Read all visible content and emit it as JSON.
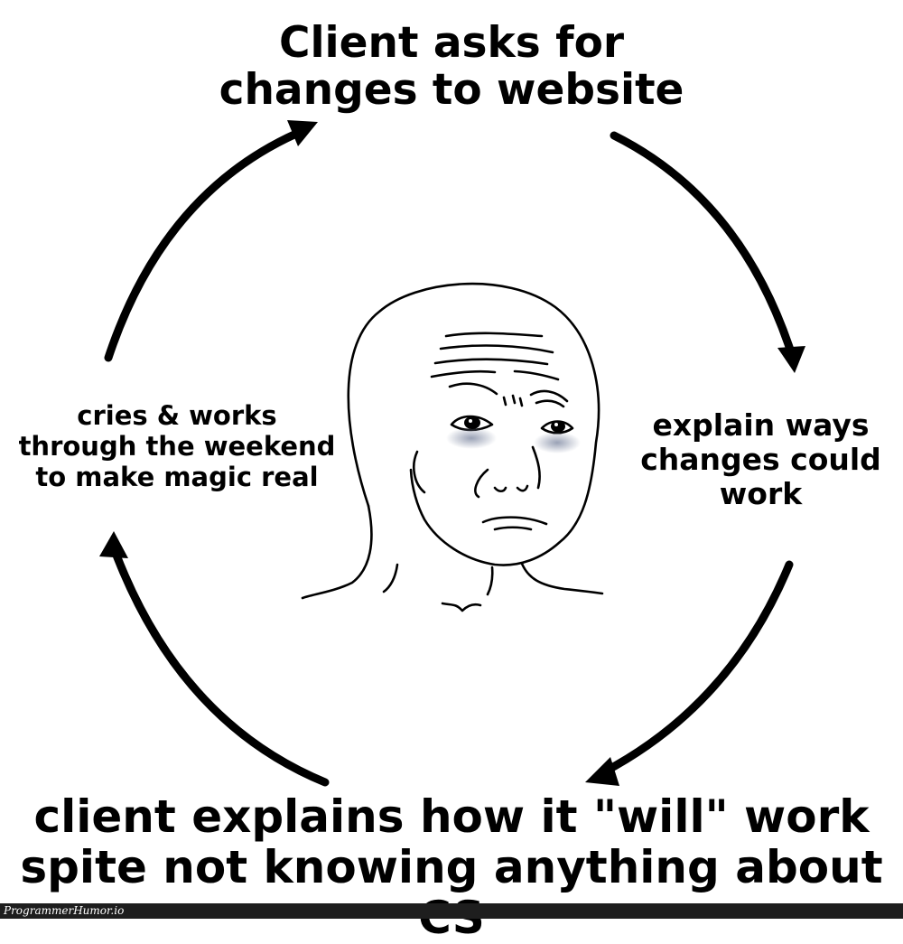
{
  "cycle": {
    "top": "Client asks for\nchanges to website",
    "right": "explain ways\nchanges could\nwork",
    "bottom": "client explains how it \"will\" work\nspite not knowing anything about CS",
    "left": "cries & works\nthrough the weekend\nto make magic real"
  },
  "character": {
    "name": "sad wojak face",
    "eye_bag_color": "#9aa3b8"
  },
  "footer": {
    "watermark": "ProgrammerHumor.io",
    "background": "#1e1e1e"
  }
}
